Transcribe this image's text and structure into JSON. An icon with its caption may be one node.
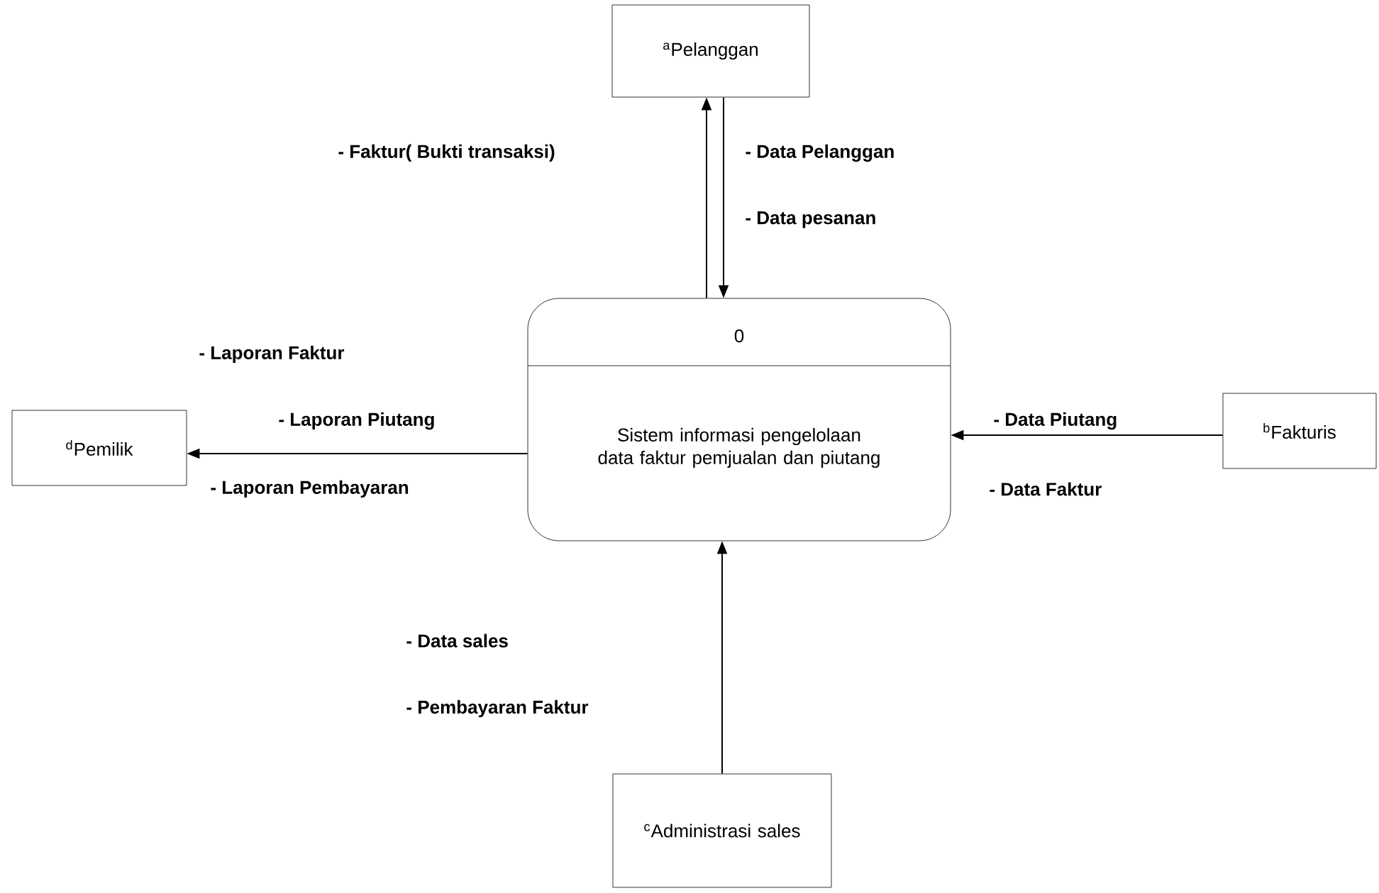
{
  "diagram": {
    "nodes": [
      {
        "text": [
          "$^{a}$Pelanggan"
        ]
      },
      {
        "text": [
          "0",
          "Sistem informasi pengelolaan data faktur pemjualan dan piutang"
        ]
      },
      {
        "text": [
          "$^{d}$Pemilik"
        ]
      },
      {
        "text": [
          "$^{b}$Fakturis"
        ]
      },
      {
        "text": [
          "$^{c}$Administrasi sales"
        ]
      }
    ],
    "edges": [
      {
        "from": 1,
        "to": 0,
        "arrow": "to"
      },
      {
        "from": 0,
        "to": 1,
        "arrow": "to"
      },
      {
        "from": 1,
        "to": 2,
        "arrow": "to"
      },
      {
        "from": 3,
        "to": 1,
        "arrow": "to"
      },
      {
        "from": 4,
        "to": 1,
        "arrow": "to"
      }
    ],
    "labels": [
      "- Faktur( Bukti transaksi)",
      "- Data Pelanggan",
      "- Data pesanan",
      "- Laporan Faktur",
      "- Laporan Piutang",
      "- Data Piutang",
      "- Laporan Pembayaran",
      "- Data Faktur",
      "- Data sales",
      "- Pembayaran Faktur"
    ]
  }
}
